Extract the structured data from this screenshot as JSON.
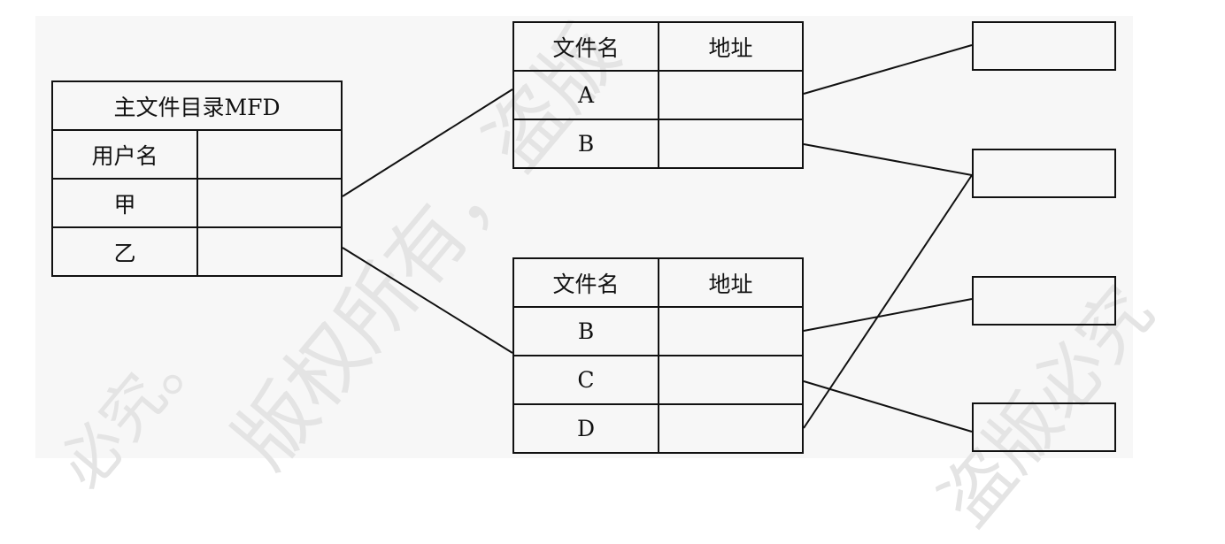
{
  "watermark": {
    "line1": "版权所有，盗版",
    "line2": "必究。",
    "line3": "盗版必究"
  },
  "mfd": {
    "title": "主文件目录MFD",
    "header": "用户名",
    "users": [
      "甲",
      "乙"
    ]
  },
  "ufd_jia": {
    "col_name": "文件名",
    "col_addr": "地址",
    "files": [
      "A",
      "B"
    ]
  },
  "ufd_yi": {
    "col_name": "文件名",
    "col_addr": "地址",
    "files": [
      "B",
      "C",
      "D"
    ]
  },
  "line_color": "#111111"
}
